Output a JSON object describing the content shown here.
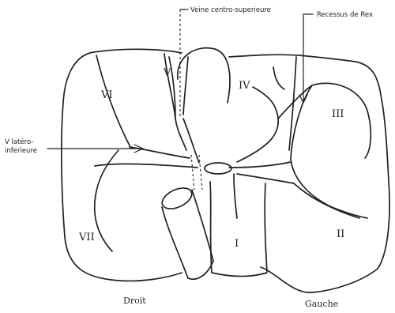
{
  "callouts": {
    "top_center": "Veine centro-superieure",
    "top_right": "Recessus de Rex",
    "left_line1": "V latéro-",
    "left_line2": "inferieure"
  },
  "segments": [
    "I",
    "II",
    "III",
    "IV",
    "V",
    "VI",
    "VII"
  ],
  "orientation": {
    "right_side": "Droit",
    "left_side": "Gauche"
  }
}
